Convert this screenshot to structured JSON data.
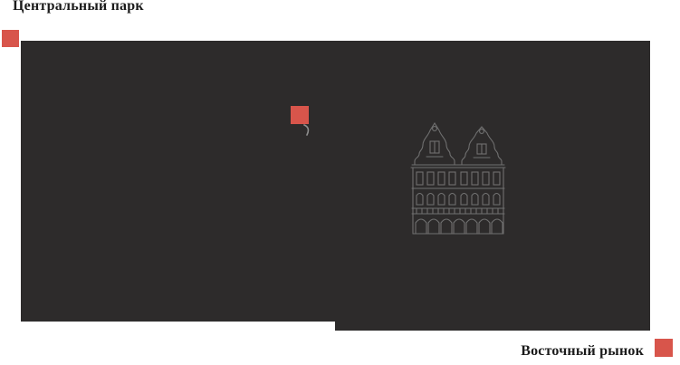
{
  "labels": {
    "top_left": "Центральный парк",
    "bottom_right": "Восточный рынок"
  },
  "colors": {
    "accent": "#d8554b",
    "panel": "#2d2b2b",
    "building_line": "#707070",
    "text": "#1b1b1b",
    "background": "#ffffff"
  },
  "icons": {
    "building": "old-house-facade-line-art",
    "cursor": "small-cursor-mark",
    "markers": "red-square-marker"
  }
}
